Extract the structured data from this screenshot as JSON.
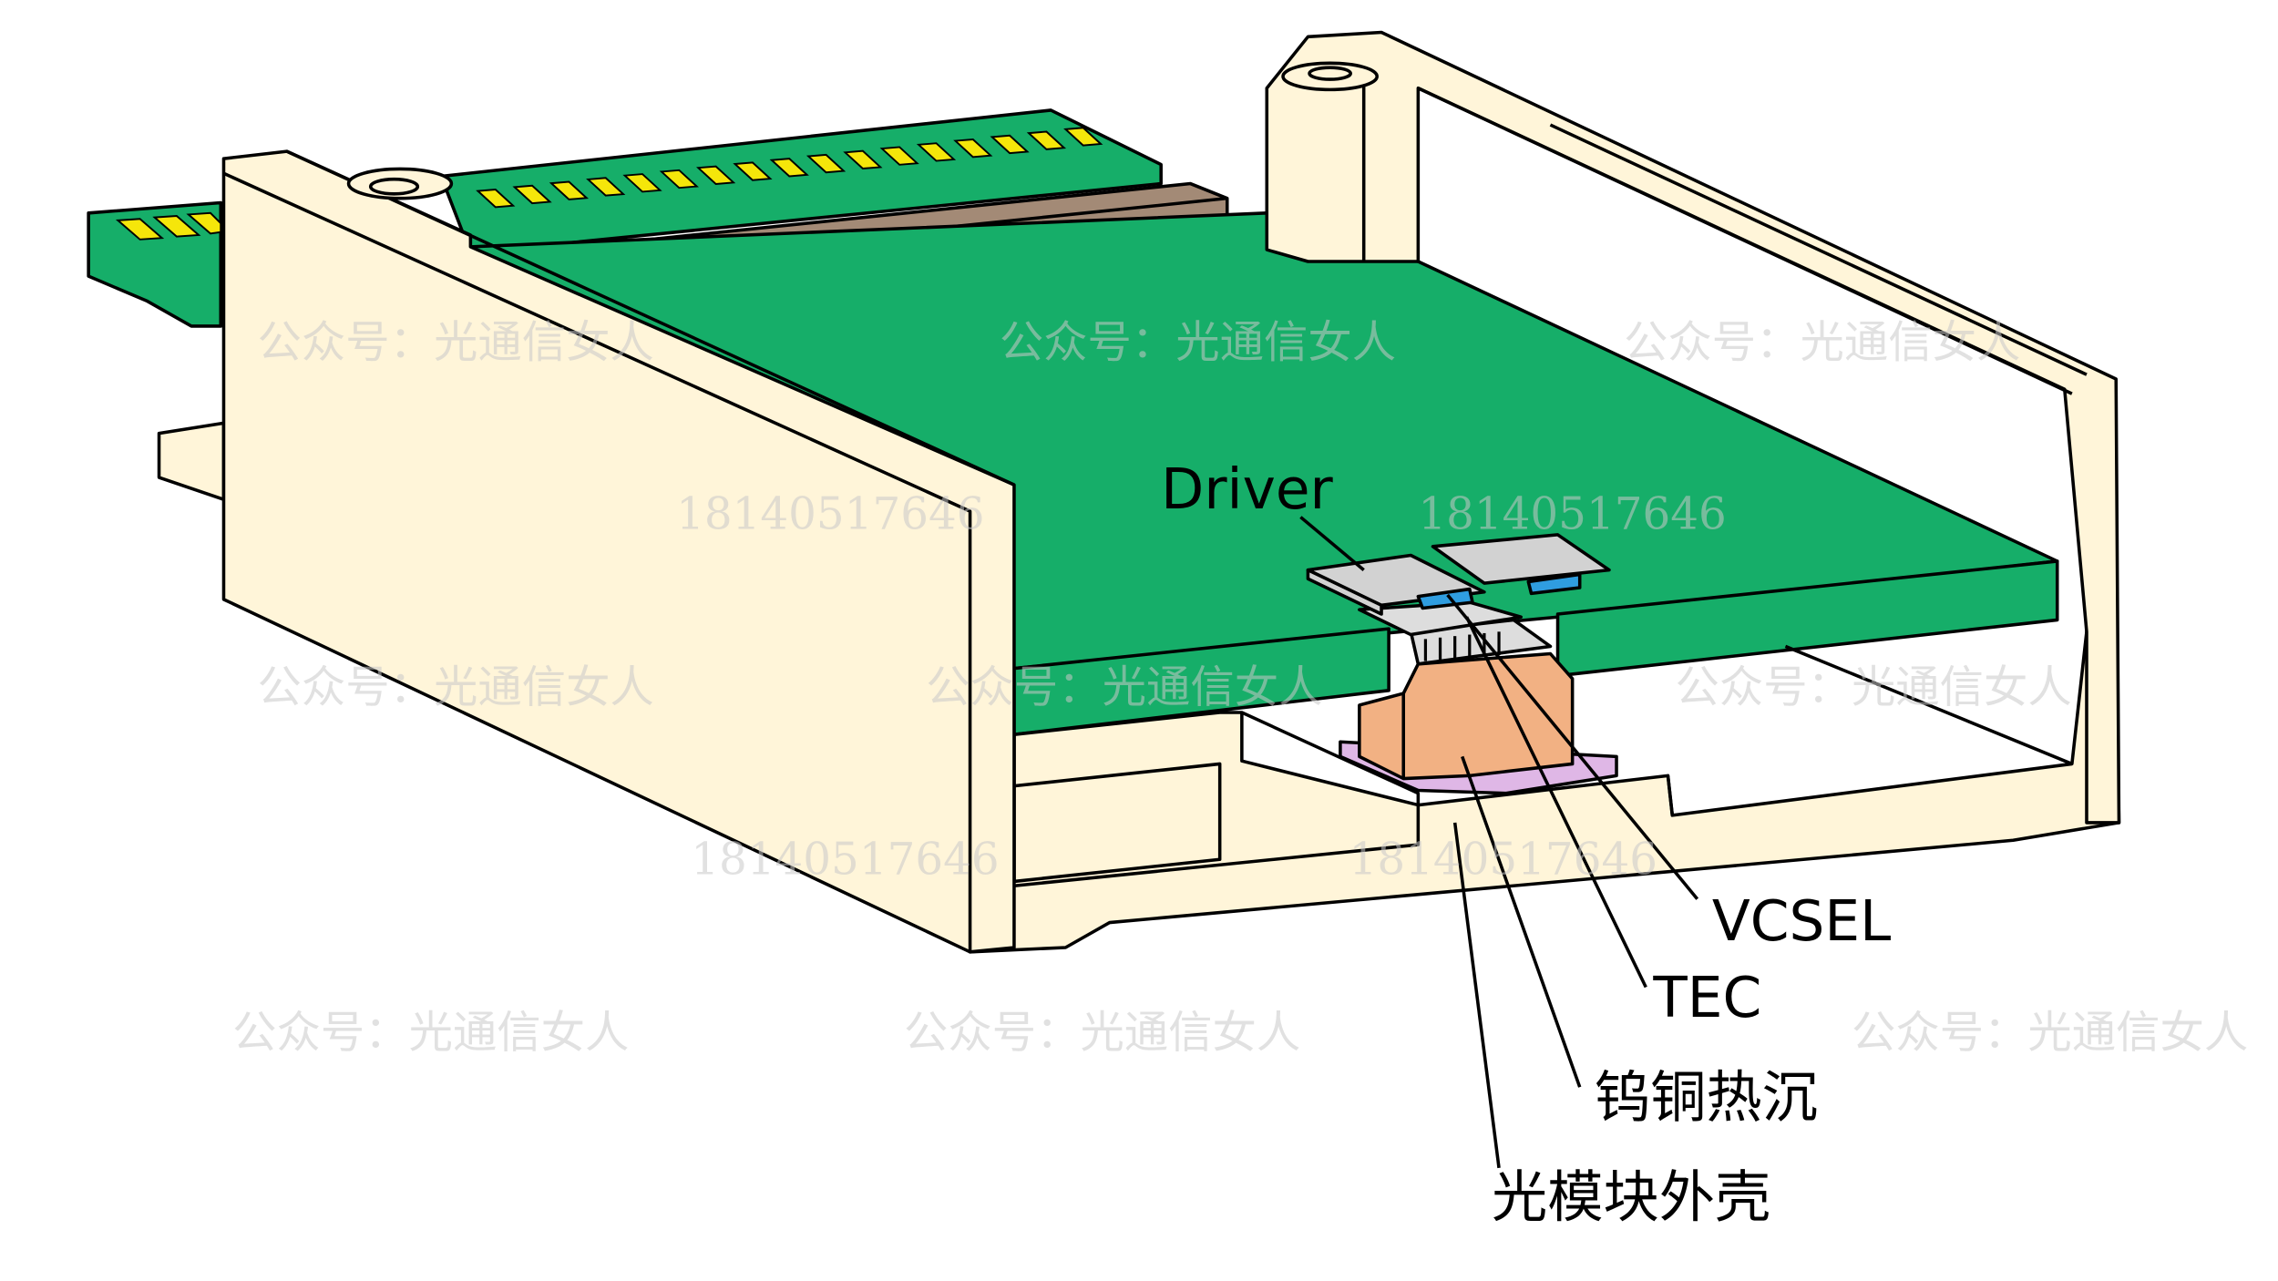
{
  "labels": {
    "driver": "Driver",
    "vcsel": "VCSEL",
    "tec": "TEC",
    "heatsink": "钨铜热沉",
    "housing": "光模块外壳"
  },
  "watermarks": {
    "account": "公众号：光通信女人",
    "phone": "18140517646"
  },
  "colors": {
    "pcb": "#16ae69",
    "housing": "#fff5d9",
    "connector": "#a38a76",
    "gold_finger": "#f5e60a",
    "copper": "#f2b183",
    "base": "#dfb7e6",
    "chip": "#d2d2d2",
    "vcsel": "#2f9de0"
  }
}
